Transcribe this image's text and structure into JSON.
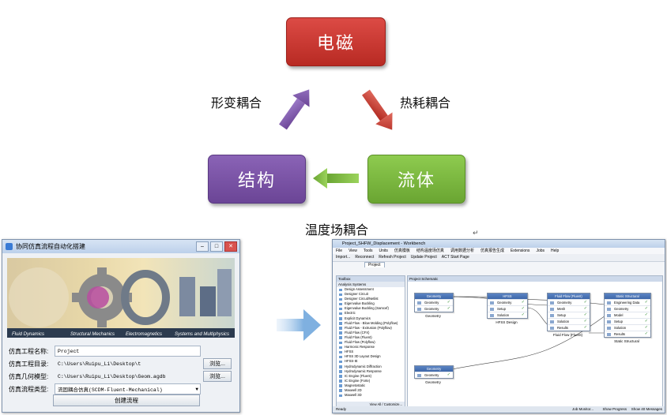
{
  "diagram": {
    "nodes": {
      "electromagnetic": "电磁",
      "fluid": "流体",
      "structure": "结构"
    },
    "edges": {
      "deformation": "形变耦合",
      "heat_loss": "热耗耦合",
      "temperature_field": "温度场耦合"
    },
    "colors": {
      "electromagnetic": "#c8332c",
      "fluid": "#7ab83e",
      "structure": "#7a52a8",
      "arrow_em_to_fluid": "#c8332c",
      "arrow_fluid_to_struct": "#7ab83e",
      "arrow_struct_to_em": "#7a52a8"
    },
    "return_mark": "↵"
  },
  "dialog": {
    "title": "协同仿真流程自动化搭建",
    "banner_captions": [
      "Fluid Dynamics",
      "Structural Mechanics",
      "Electromagnetics",
      "Systems and Multiphysics"
    ],
    "fields": [
      {
        "label": "仿真工程名称:",
        "value": "Project"
      },
      {
        "label": "仿真工程目录:",
        "value": "C:\\Users\\Ruipu_Li\\Desktop\\t",
        "button": "浏览..."
      },
      {
        "label": "仿真几何模型:",
        "value": "C:\\Users\\Ruipu_Li\\Desktop\\Geom.agdb",
        "button": "浏览..."
      },
      {
        "label": "仿真流程类型:",
        "value": "流固耦合仿真(SCDM-Fluent-Mechanical)"
      }
    ],
    "create_button": "创建流程"
  },
  "workbench": {
    "title": "Project_SHFW_Displacement - Workbench",
    "menu": [
      "File",
      "View",
      "Tools",
      "Units",
      "仿真模板",
      "结构温度场仿真",
      "调用数据分析",
      "仿真报告生成",
      "Extensions",
      "Jobs",
      "Help"
    ],
    "toolbar": [
      "Import...",
      "Reconnect",
      "Refresh Project",
      "Update Project",
      "ACT Start Page"
    ],
    "tab": "Project",
    "toolbox_header": "Toolbox",
    "toolbox_group": "Analysis Systems",
    "toolbox_items": [
      "Design Assessment",
      "Designer Circuit",
      "Designer Circuit/Netlist",
      "Eigenvalue Buckling",
      "Eigenvalue Buckling (Samcef)",
      "Electric",
      "Explicit Dynamics",
      "Fluid Flow - Blow Molding (Polyflow)",
      "Fluid Flow - Extrusion (Polyflow)",
      "Fluid Flow (CFX)",
      "Fluid Flow (Fluent)",
      "Fluid Flow (Polyflow)",
      "Harmonic Response",
      "HFSS",
      "HFSS 3D Layout Design",
      "HFSS-IE",
      "Hydrodynamic Diffraction",
      "Hydrodynamic Response",
      "IC Engine (Fluent)",
      "IC Engine (Forte)",
      "Magnetostatic",
      "Maxwell 2D",
      "Maxwell 3D"
    ],
    "toolbox_footer": "View All / Customize...",
    "schematic_header": "Project Schematic",
    "systems": [
      {
        "id": "A",
        "header": "Geometry",
        "rows": [
          "Geometry",
          "Geometry"
        ],
        "caption": "Geometry"
      },
      {
        "id": "B",
        "header": "HFSS",
        "rows": [
          "Geometry",
          "Setup",
          "Solution"
        ],
        "caption": "HFSS Design"
      },
      {
        "id": "C",
        "header": "Fluid Flow (Fluent)",
        "rows": [
          "Geometry",
          "Mesh",
          "Setup",
          "Solution",
          "Results"
        ],
        "caption": "Fluid Flow (Fluent)"
      },
      {
        "id": "D",
        "header": "Static Structural",
        "rows": [
          "Engineering Data",
          "Geometry",
          "Model",
          "Setup",
          "Solution",
          "Results"
        ],
        "caption": "Static Structural"
      },
      {
        "id": "E",
        "header": "Geometry",
        "rows": [
          "Geometry"
        ],
        "caption": "Geometry"
      }
    ],
    "status": "Ready",
    "status_right": [
      "Job Monitor...",
      "Show Progress",
      "Show 40 Messages"
    ]
  }
}
